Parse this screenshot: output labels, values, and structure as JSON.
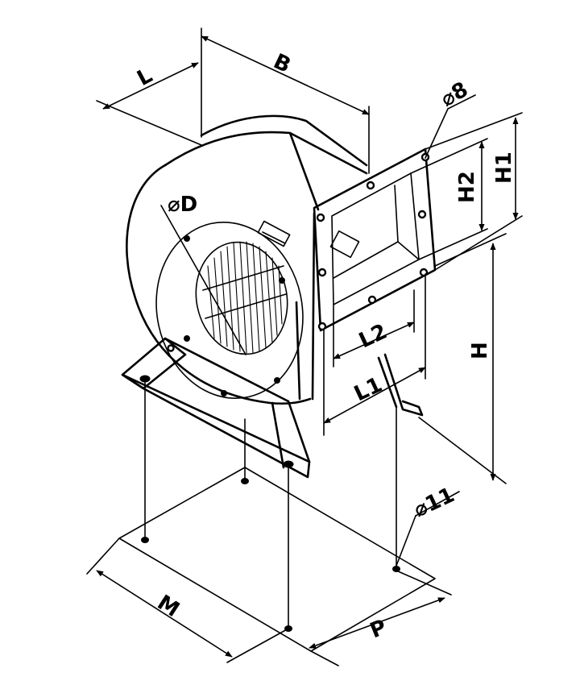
{
  "labels": {
    "B": "B",
    "L": "L",
    "D": "⌀D",
    "H1": "H1",
    "H2": "H2",
    "H": "H",
    "L1": "L1",
    "L2": "L2",
    "M": "M",
    "P": "P",
    "hole_flange": "⌀8",
    "hole_base": "⌀11"
  }
}
